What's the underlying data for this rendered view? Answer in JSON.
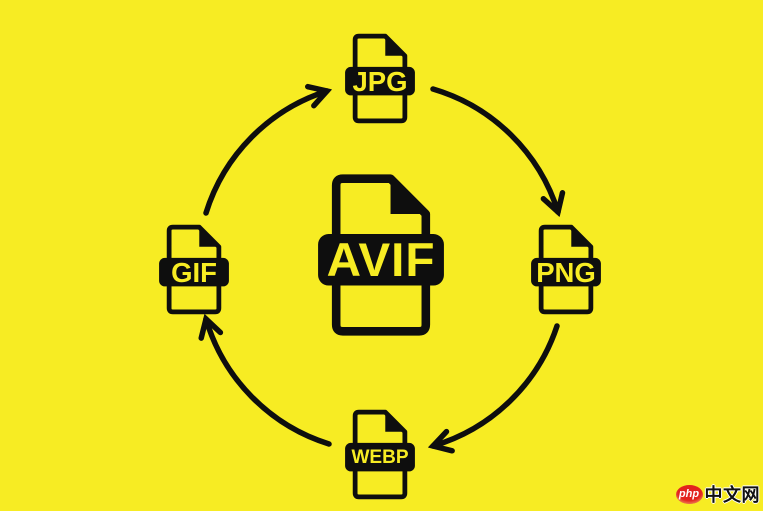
{
  "colors": {
    "background": "#F7EC23",
    "icon_ink": "#0E0E0E",
    "watermark_badge": "#E3231E",
    "watermark_badge_text": "#FFFFFF",
    "watermark_text_color": "#111111"
  },
  "diagram": {
    "type": "circular-conversion-cycle",
    "center_node": {
      "id": "avif",
      "label": "AVIF"
    },
    "nodes": [
      {
        "id": "jpg",
        "label": "JPG",
        "position": "top"
      },
      {
        "id": "png",
        "label": "PNG",
        "position": "right"
      },
      {
        "id": "webp",
        "label": "WEBP",
        "position": "bottom"
      },
      {
        "id": "gif",
        "label": "GIF",
        "position": "left"
      }
    ],
    "arrows": [
      {
        "from": "gif",
        "to": "jpg"
      },
      {
        "from": "jpg",
        "to": "png"
      },
      {
        "from": "png",
        "to": "webp"
      },
      {
        "from": "webp",
        "to": "gif"
      }
    ],
    "cycle_direction": "clockwise"
  },
  "watermark": {
    "badge": "php",
    "text": "中文网"
  }
}
